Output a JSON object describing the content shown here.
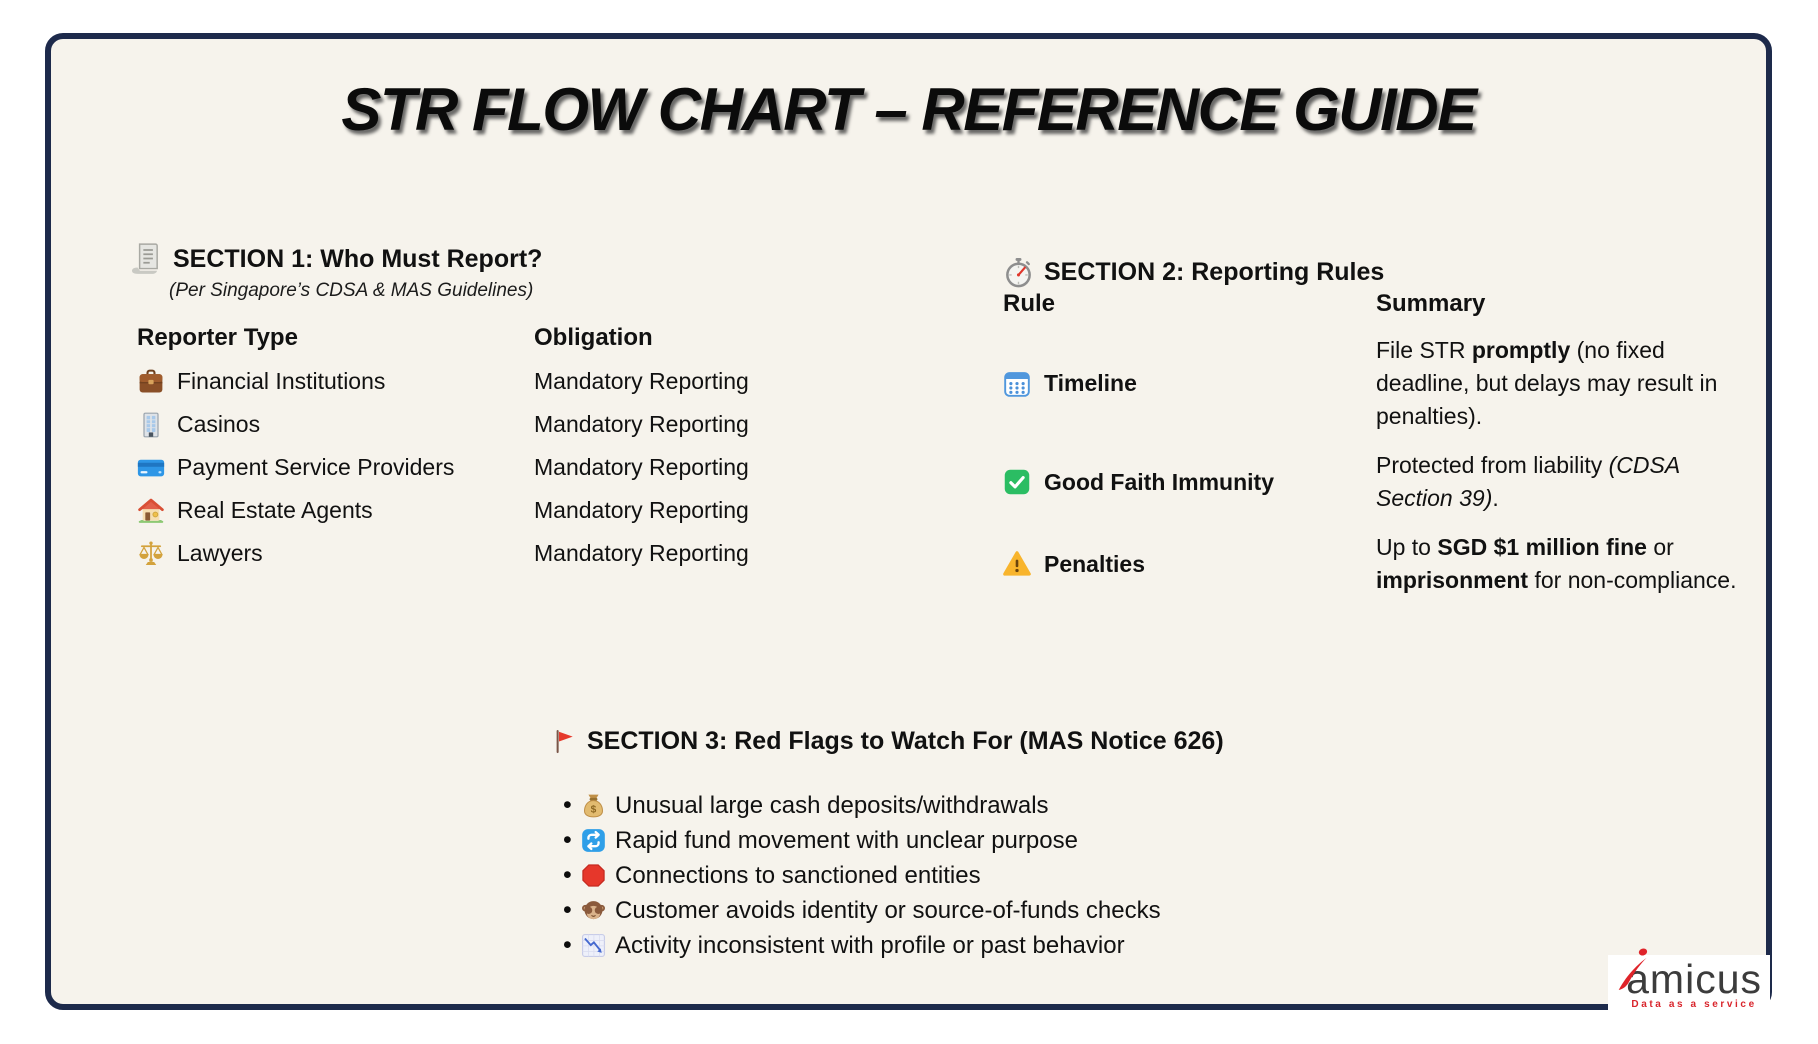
{
  "title": "STR FLOW CHART – REFERENCE GUIDE",
  "colors": {
    "border_navy": "#1d2a4b",
    "card_background": "#f6f3ec",
    "text": "#111111",
    "logo_red": "#df2329",
    "logo_gray": "#3c3c3c"
  },
  "section1": {
    "icon": "receipt-icon",
    "heading": "SECTION 1: Who Must Report?",
    "subtitle": "(Per Singapore’s CDSA & MAS Guidelines)",
    "table": {
      "headers": [
        "Reporter Type",
        "Obligation"
      ],
      "rows": [
        {
          "icon": "briefcase-icon",
          "type": "Financial Institutions",
          "obligation": "Mandatory Reporting"
        },
        {
          "icon": "office-building-icon",
          "type": "Casinos",
          "obligation": "Mandatory Reporting"
        },
        {
          "icon": "credit-card-icon",
          "type": "Payment Service Providers",
          "obligation": "Mandatory Reporting"
        },
        {
          "icon": "house-icon",
          "type": "Real Estate Agents",
          "obligation": "Mandatory Reporting"
        },
        {
          "icon": "balance-scale-icon",
          "type": "Lawyers",
          "obligation": "Mandatory Reporting"
        }
      ]
    }
  },
  "section2": {
    "icon": "stopwatch-icon",
    "heading": "SECTION 2: Reporting Rules",
    "table": {
      "headers": [
        "Rule",
        "Summary"
      ],
      "rows": [
        {
          "icon": "calendar-icon",
          "rule": "Timeline",
          "summary": [
            {
              "t": "File STR "
            },
            {
              "t": "promptly",
              "b": true
            },
            {
              "t": " (no fixed deadline, but delays may result in penalties)."
            }
          ]
        },
        {
          "icon": "check-mark-icon",
          "rule": "Good Faith Immunity",
          "summary": [
            {
              "t": "Protected from liability "
            },
            {
              "t": "(CDSA Section 39)",
              "i": true
            },
            {
              "t": "."
            }
          ]
        },
        {
          "icon": "warning-icon",
          "rule": "Penalties",
          "summary": [
            {
              "t": "Up to "
            },
            {
              "t": "SGD $1 million fine",
              "b": true
            },
            {
              "t": " or "
            },
            {
              "t": "imprisonment",
              "b": true
            },
            {
              "t": " for non-compliance."
            }
          ]
        }
      ]
    }
  },
  "section3": {
    "icon": "red-flag-icon",
    "heading": "SECTION 3: Red Flags to Watch For (MAS Notice 626)",
    "bullets": [
      {
        "icon": "money-bag-icon",
        "text": "Unusual large cash deposits/withdrawals"
      },
      {
        "icon": "repeat-icon",
        "text": "Rapid fund movement with unclear purpose"
      },
      {
        "icon": "stop-sign-icon",
        "text": "Connections to sanctioned entities"
      },
      {
        "icon": "see-no-evil-monkey-icon",
        "text": "Customer avoids identity or source-of-funds checks"
      },
      {
        "icon": "chart-decreasing-icon",
        "text": "Activity inconsistent with profile or past behavior"
      }
    ]
  },
  "logo": {
    "wordmark": "amicus",
    "tagline": "Data as a service"
  }
}
